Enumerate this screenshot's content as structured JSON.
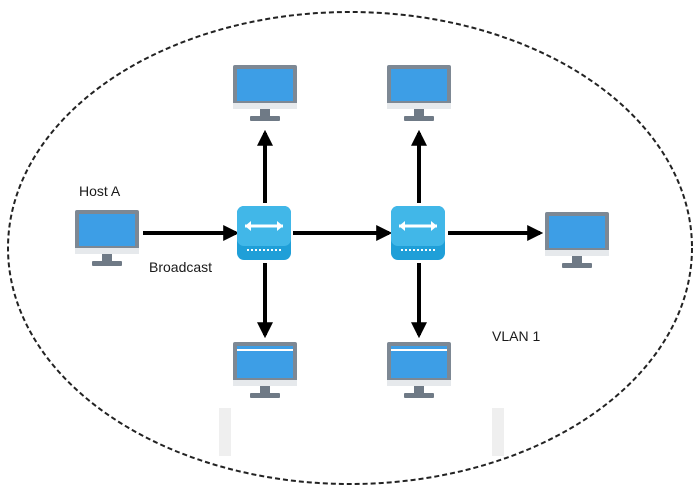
{
  "labels": {
    "host_a": "Host A",
    "broadcast": "Broadcast",
    "vlan": "VLAN 1"
  },
  "icons": {
    "computer": "monitor-icon",
    "switch": "switch-icon"
  },
  "colors": {
    "screen": "#3d9ee6",
    "monitor_frame": "#7d8894",
    "stand": "#6f7a86",
    "switch_top": "#41b7e8",
    "switch_body": "#1f9fd8",
    "arrow": "#000000",
    "boundary": "#222222"
  },
  "nodes": [
    {
      "id": "host-a",
      "kind": "computer",
      "label_key": "host_a"
    },
    {
      "id": "switch-1",
      "kind": "switch"
    },
    {
      "id": "switch-2",
      "kind": "switch"
    },
    {
      "id": "pc-top-left",
      "kind": "computer"
    },
    {
      "id": "pc-top-right",
      "kind": "computer"
    },
    {
      "id": "pc-bottom-left",
      "kind": "computer"
    },
    {
      "id": "pc-bottom-right",
      "kind": "computer"
    },
    {
      "id": "pc-right",
      "kind": "computer"
    }
  ],
  "edges": [
    {
      "from": "host-a",
      "to": "switch-1",
      "label_key": "broadcast"
    },
    {
      "from": "switch-1",
      "to": "switch-2"
    },
    {
      "from": "switch-1",
      "to": "pc-top-left"
    },
    {
      "from": "switch-1",
      "to": "pc-bottom-left"
    },
    {
      "from": "switch-2",
      "to": "pc-top-right"
    },
    {
      "from": "switch-2",
      "to": "pc-bottom-right"
    },
    {
      "from": "switch-2",
      "to": "pc-right"
    }
  ]
}
